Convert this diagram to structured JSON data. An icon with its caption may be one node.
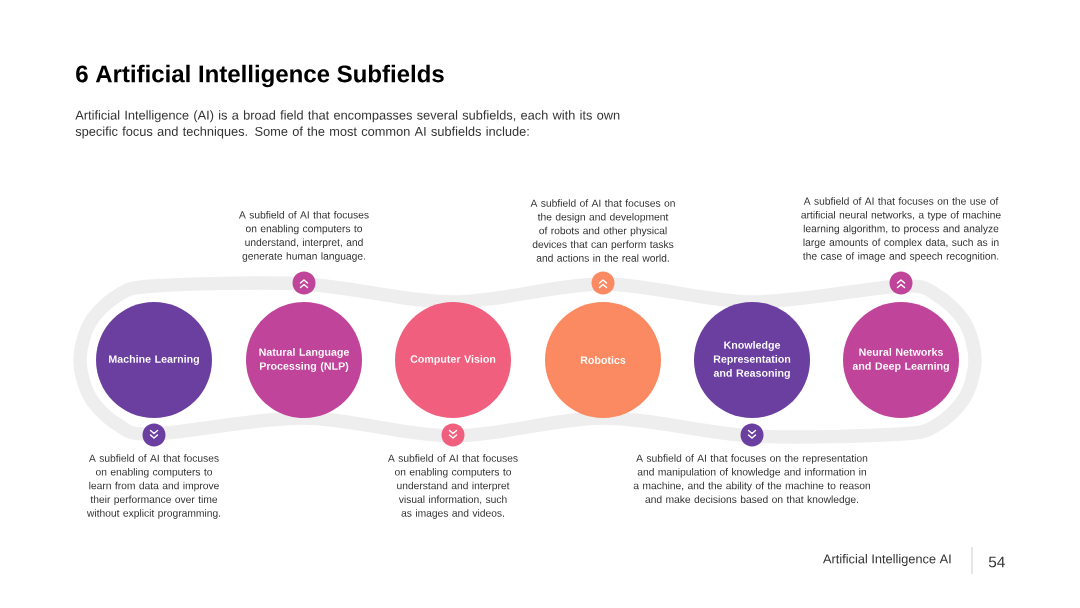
{
  "diagram": {
    "title": "6 Artificial Intelligence Subfields",
    "nodes": [
      {
        "text": [
          "Machine Learning"
        ],
        "beside": [
          "A subfield of AI that focuses on enabling computers to learn from data and improve their performance over time without explicit programming."
        ]
      },
      {
        "text": [
          "Natural Language Processing (NLP)"
        ],
        "beside": [
          "A subfield of AI that focuses on enabling computers to understand, interpret, and generate human language."
        ]
      },
      {
        "text": [
          "Computer Vision"
        ],
        "beside": [
          "A subfield of AI that focuses on enabling computers to understand and interpret visual information, such as images and videos."
        ]
      },
      {
        "text": [
          "Robotics"
        ],
        "beside": [
          "A subfield of AI that focuses on the design and development of robots and other physical devices that can perform tasks and actions in the real world."
        ]
      },
      {
        "text": [
          "Knowledge Representation and Reasoning"
        ],
        "beside": [
          "A subfield of AI that focuses on the representation and manipulation of knowledge and information in a machine, and the ability of the machine to reason and make decisions based on that knowledge."
        ]
      },
      {
        "text": [
          "Neural Networks and Deep Learning"
        ],
        "beside": [
          "A subfield of AI that focuses on the use of artificial neural networks, a type of machine learning algorithm, to process and analyze large amounts of complex data, such as in the case of image and speech recognition."
        ]
      }
    ],
    "labels": [
      "Artificial Intelligence (AI) is a broad field that encompasses several subfields, each with its own specific focus and techniques. Some of the most common AI subfields include:",
      "Artificial Intelligence AI",
      "54"
    ]
  }
}
